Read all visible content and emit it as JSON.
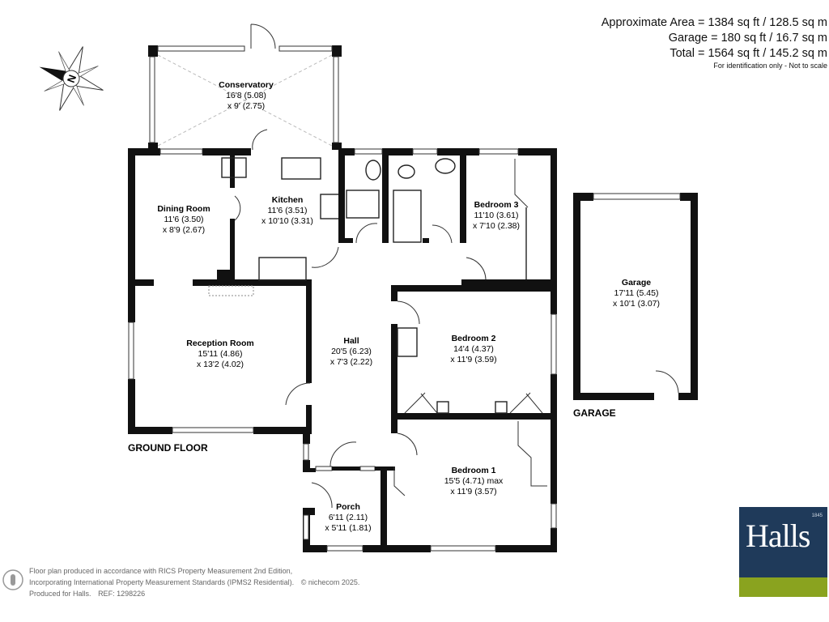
{
  "areas": {
    "approx": "Approximate Area = 1384 sq ft / 128.5 sq m",
    "garage": "Garage = 180 sq ft / 16.7 sq m",
    "total": "Total = 1564 sq ft / 145.2 sq m",
    "note": "For identification only - Not to scale"
  },
  "compass": {
    "letter": "N"
  },
  "rooms": {
    "conservatory": {
      "name": "Conservatory",
      "d1": "16'8 (5.08)",
      "d2": "x 9' (2.75)"
    },
    "kitchen": {
      "name": "Kitchen",
      "d1": "11'6 (3.51)",
      "d2": "x 10'10 (3.31)"
    },
    "dining": {
      "name": "Dining Room",
      "d1": "11'6 (3.50)",
      "d2": "x 8'9 (2.67)"
    },
    "bedroom3": {
      "name": "Bedroom 3",
      "d1": "11'10 (3.61)",
      "d2": "x 7'10 (2.38)"
    },
    "reception": {
      "name": "Reception Room",
      "d1": "15'11 (4.86)",
      "d2": "x 13'2 (4.02)"
    },
    "hall": {
      "name": "Hall",
      "d1": "20'5 (6.23)",
      "d2": "x 7'3 (2.22)"
    },
    "bedroom2": {
      "name": "Bedroom 2",
      "d1": "14'4 (4.37)",
      "d2": "x 11'9 (3.59)"
    },
    "bedroom1": {
      "name": "Bedroom 1",
      "d1": "15'5 (4.71) max",
      "d2": "x 11'9 (3.57)"
    },
    "porch": {
      "name": "Porch",
      "d1": "6'11 (2.11)",
      "d2": "x 5'11 (1.81)"
    },
    "garage": {
      "name": "Garage",
      "d1": "17'11 (5.45)",
      "d2": "x 10'1 (3.07)"
    }
  },
  "labels": {
    "ground_floor": "GROUND FLOOR",
    "garage": "GARAGE"
  },
  "footer": {
    "line1": "Floor plan produced in accordance with RICS Property Measurement 2nd Edition,",
    "line2": "Incorporating International Property Measurement Standards (IPMS2 Residential).",
    "copyright": "© nichecom 2025.",
    "line3": "Produced for Halls.",
    "ref": "REF: 1298226"
  },
  "brand": {
    "name": "Halls",
    "year": "1845",
    "bg": "#1f3a5a",
    "accent": "#8aa31f"
  }
}
